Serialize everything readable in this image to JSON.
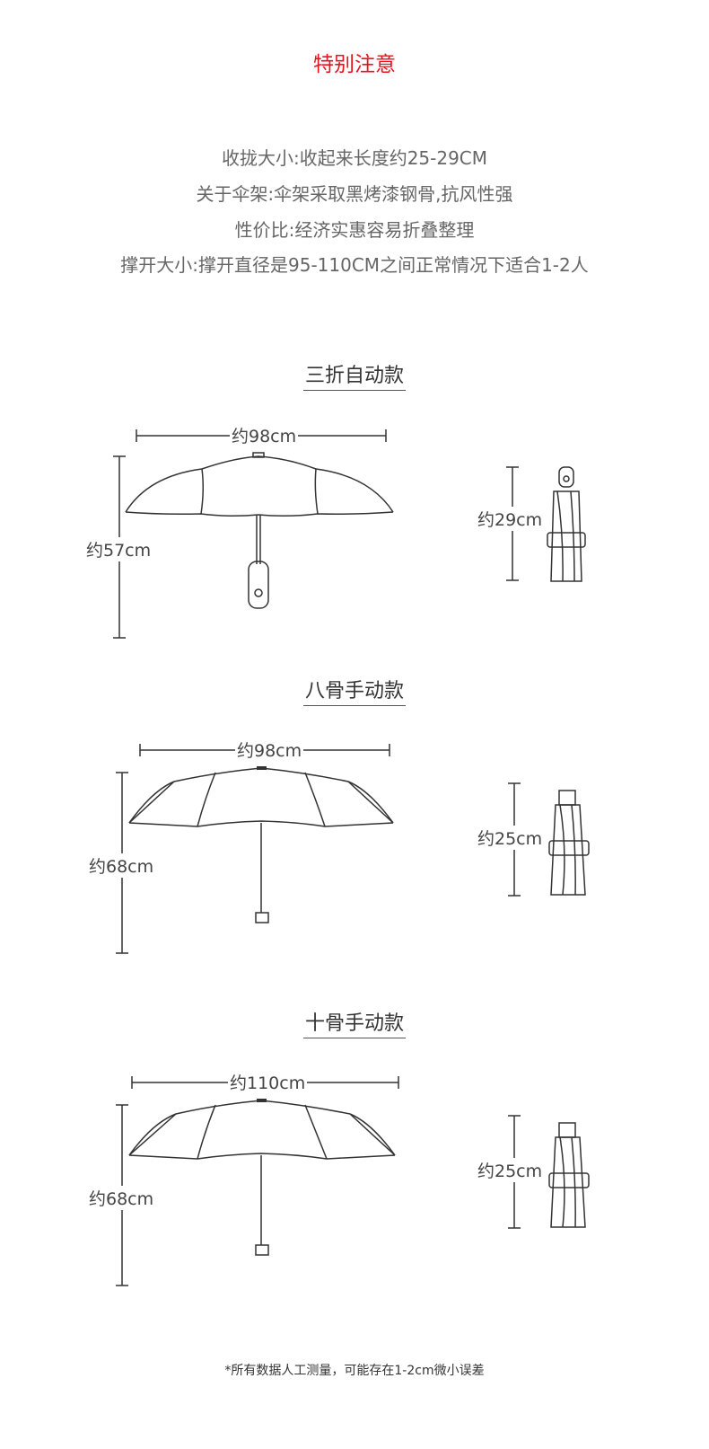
{
  "header": {
    "title": "特别注意"
  },
  "notes": [
    "收拢大小:收起来长度约25-29CM",
    "关于伞架:伞架采取黑烤漆钢骨,抗风性强",
    "性价比:经济实惠容易折叠整理",
    "撑开大小:撑开直径是95-110CM之间正常情况下适合1-2人"
  ],
  "sections": [
    {
      "title": "三折自动款",
      "width_label": "约98cm",
      "height_label": "约57cm",
      "folded_label": "约29cm"
    },
    {
      "title": "八骨手动款",
      "width_label": "约98cm",
      "height_label": "约68cm",
      "folded_label": "约25cm"
    },
    {
      "title": "十骨手动款",
      "width_label": "约110cm",
      "height_label": "约68cm",
      "folded_label": "约25cm"
    }
  ],
  "footer": {
    "text": "*所有数据人工测量，可能存在1-2cm微小误差"
  }
}
